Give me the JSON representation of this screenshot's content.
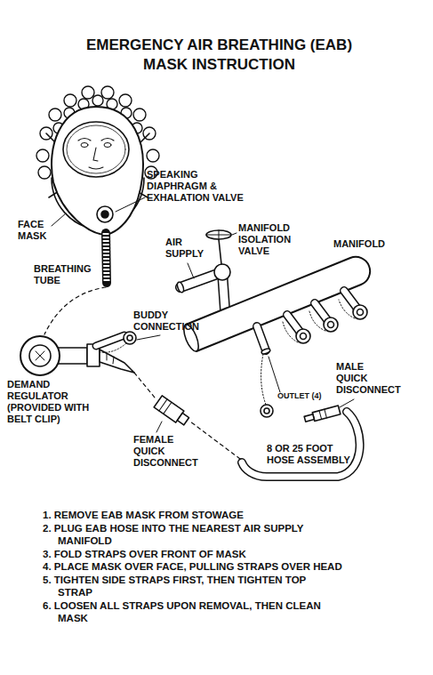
{
  "diagram": {
    "title": "EMERGENCY AIR BREATHING (EAB) MASK INSTRUCTION",
    "labels": [
      "SPEAKING DIAPHRAGM & EXHALATION VALVE",
      "FACE MASK",
      "AIR SUPPLY",
      "MANIFOLD ISOLATION VALVE",
      "MANIFOLD",
      "BREATHING TUBE",
      "BUDDY CONNECTION",
      "MALE QUICK DISCONNECT",
      "OUTLET (4)",
      "DEMAND REGULATOR (PROVIDED WITH BELT CLIP)",
      "FEMALE QUICK DISCONNECT",
      "8 OR 25 FOOT HOSE ASSEMBLY",
      "1. REMOVE EAB MASK FROM STOWAGE",
      "2. PLUG EAB HOSE INTO THE NEAREST AIR SUPPLY MANIFOLD",
      "3. FOLD STRAPS OVER FRONT OF MASK",
      "4. PLACE MASK OVER FACE, PULLING STRAPS OVER HEAD",
      "5. TIGHTEN SIDE STRAPS FIRST, THEN TIGHTEN TOP STRAP",
      "6. LOOSEN ALL STRAPS UPON REMOVAL, THEN CLEAN MASK"
    ]
  }
}
